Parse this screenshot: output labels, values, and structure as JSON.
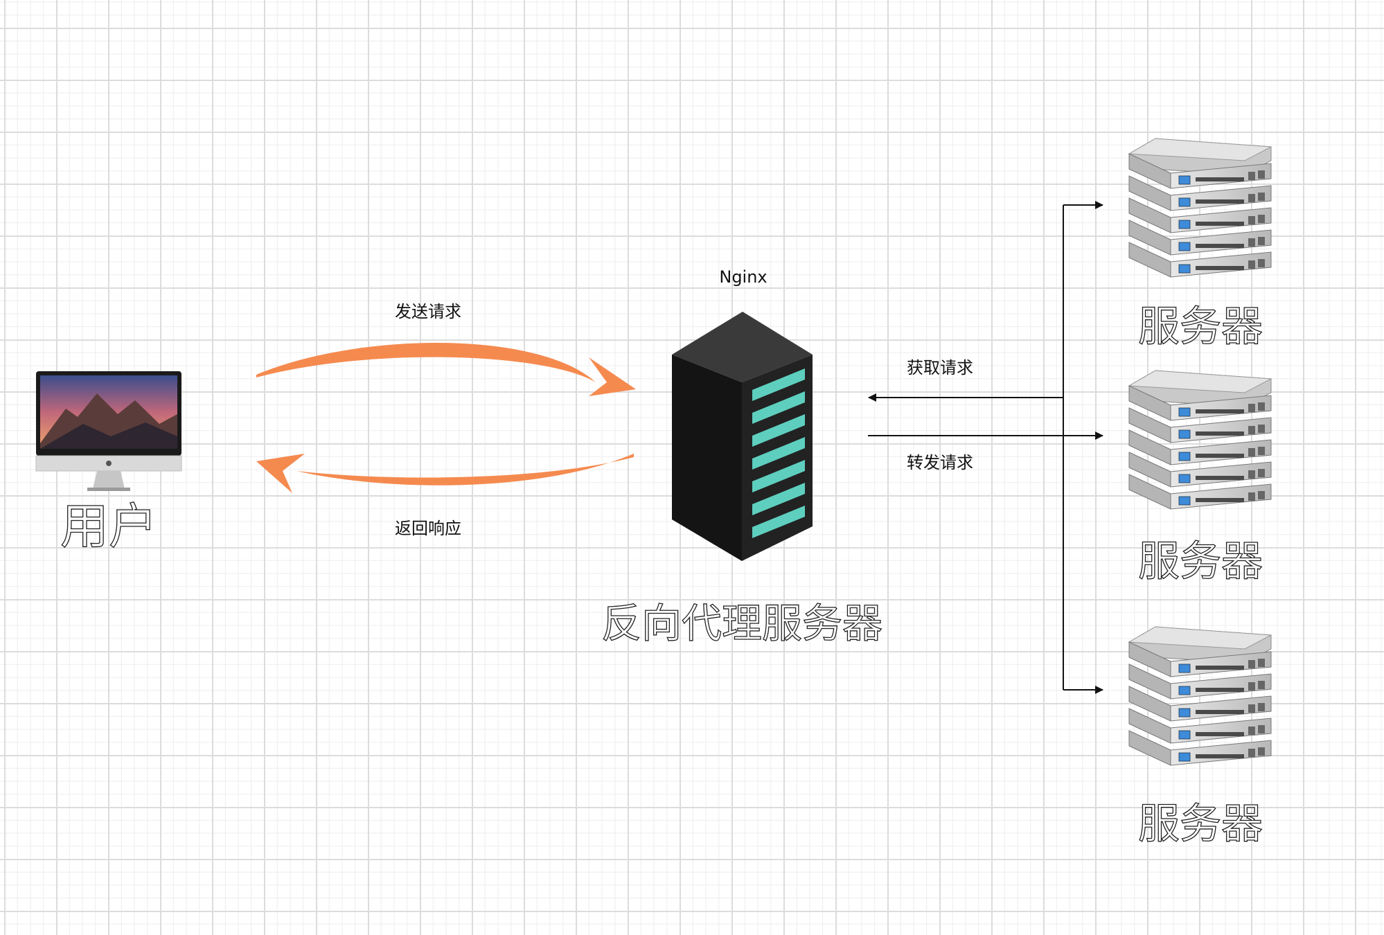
{
  "user": {
    "label": "用户"
  },
  "proxy": {
    "top_label": "Nginx",
    "label": "反向代理服务器"
  },
  "flows": {
    "send_request": "发送请求",
    "return_response": "返回响应",
    "get_request": "获取请求",
    "forward_request": "转发请求"
  },
  "servers": [
    {
      "label": "服务器"
    },
    {
      "label": "服务器"
    },
    {
      "label": "服务器"
    }
  ],
  "colors": {
    "arrow_orange": "#f58a4f",
    "rack_body": "#1f1f1f",
    "rack_slot": "#5ecfbf",
    "line": "#111111"
  }
}
